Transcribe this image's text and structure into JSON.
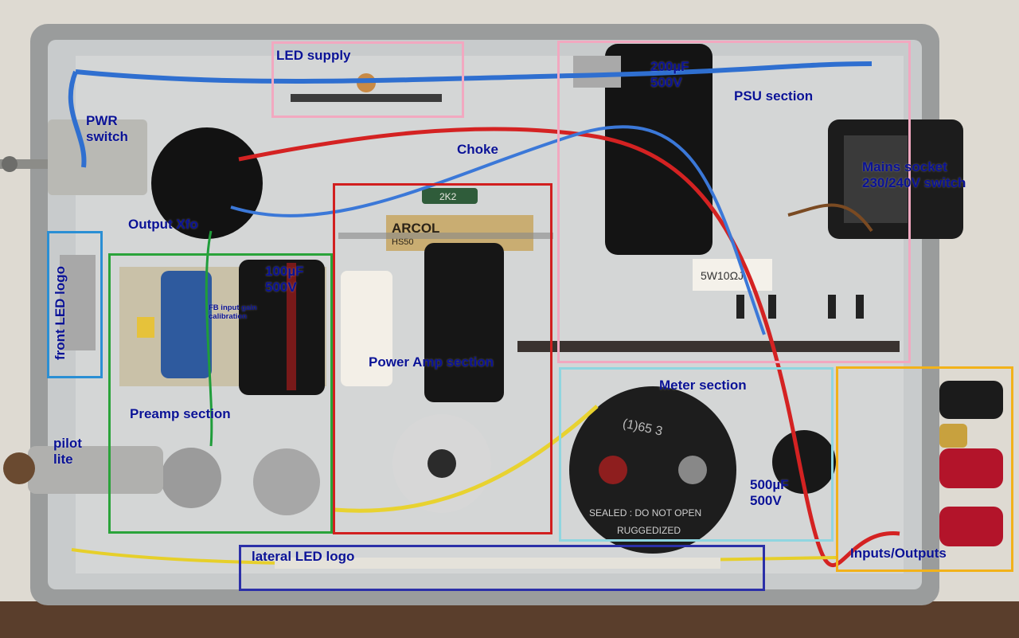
{
  "labels": {
    "led_supply": "LED supply",
    "pwr_switch": "PWR\nswitch",
    "cap_200": "200µF\n500V",
    "psu_section": "PSU section",
    "choke": "Choke",
    "mains_socket": "Mains socket\n230/240V switch",
    "output_xfo": "Output Xfo",
    "front_led_logo": "front LED logo",
    "cap_100": "100µF\n500V",
    "fb_gain": "FB input gain\ncalibration",
    "power_amp_section": "Power Amp section",
    "preamp_section": "Preamp section",
    "meter_section": "Meter section",
    "pilot_lite": "pilot\nlite",
    "cap_500": "500µF\n500V",
    "inputs_outputs": "Inputs/Outputs",
    "lateral_led_logo": "lateral LED logo"
  },
  "photo_text": {
    "resistor_2k2": "2K2",
    "arcol": "ARCOL",
    "hs50": "HS50",
    "resistor_5w": "5W10ΩJ",
    "sealed": "SEALED : DO NOT OPEN",
    "ruggedized": "RUGGEDIZED",
    "cap_bottom_code": "(1)65 3"
  },
  "colors": {
    "label_text": "#0a1296",
    "box_led_supply": "#f2a8c0",
    "box_psu": "#f2a8c0",
    "box_front_led": "#2a8fd4",
    "box_preamp": "#2aa33a",
    "box_power_amp": "#d11f1f",
    "box_meter": "#8fd6e0",
    "box_io": "#f2b21a",
    "box_lateral": "#2b2fa8"
  }
}
